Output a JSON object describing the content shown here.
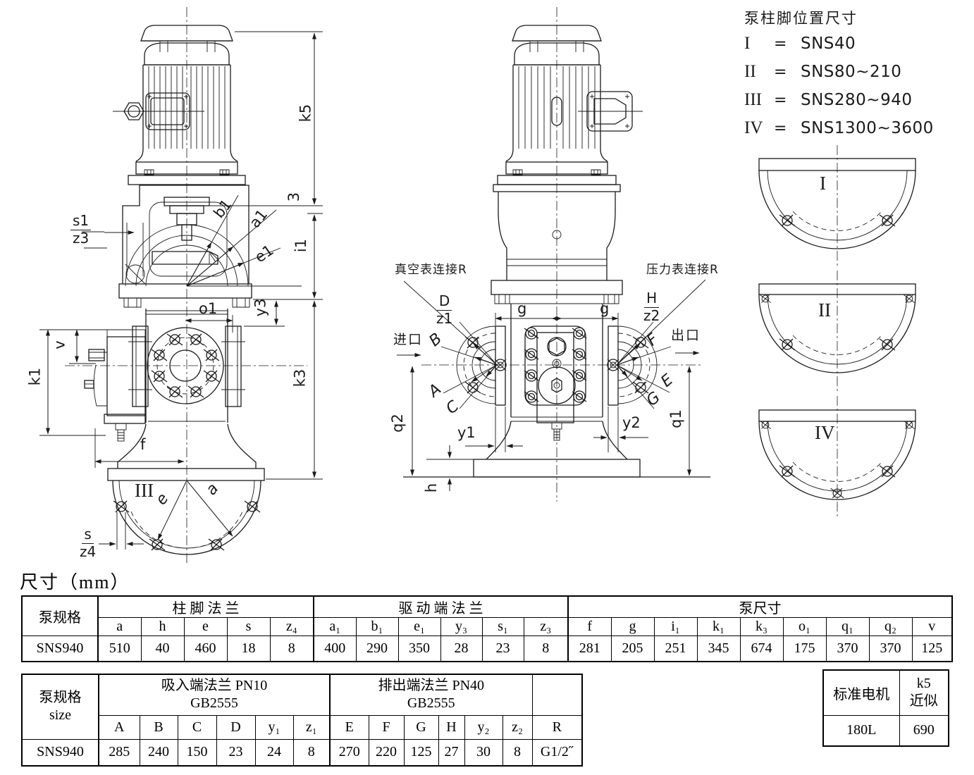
{
  "legend": {
    "title": "泵柱脚位置尺寸",
    "entries": [
      {
        "numeral": "I",
        "eq": "=",
        "value": "SNS40"
      },
      {
        "numeral": "II",
        "eq": "=",
        "value": "SNS80~210"
      },
      {
        "numeral": "III",
        "eq": "=",
        "value": "SNS280~940"
      },
      {
        "numeral": "IV",
        "eq": "=",
        "value": "SNS1300~3600"
      }
    ]
  },
  "foot_views": {
    "view1": "I",
    "view2": "II",
    "view3": "IV"
  },
  "drawing_labels": {
    "left": {
      "s1": "s1",
      "z3": "z3",
      "b1": "b1",
      "a1": "a1",
      "e1": "e1",
      "gap3": "3",
      "i1": "i1",
      "k5": "k5",
      "k3": "k3",
      "o1": "o1",
      "y3": "y3",
      "v": "v",
      "k1": "k1",
      "f": "f",
      "foot": "III",
      "e": "e",
      "a": "a",
      "s": "s",
      "z4": "z4"
    },
    "center": {
      "vacuum": "真空表连接R",
      "pressure": "压力表连接R",
      "D": "D",
      "z1": "z1",
      "B": "B",
      "A": "A",
      "C": "C",
      "inlet": "进口",
      "outlet": "出口",
      "g_left": "g",
      "g_right": "g",
      "H": "H",
      "z2": "z2",
      "F": "F",
      "E": "E",
      "G": "G",
      "q1": "q1",
      "q2": "q2",
      "y1": "y1",
      "y2": "y2",
      "h": "h"
    }
  },
  "dim_title": "尺寸（mm）",
  "table_main": {
    "corner": "泵规格",
    "groups": [
      "柱 脚 法 兰",
      "驱 动 端 法 兰",
      "泵尺寸"
    ],
    "cols": [
      "a",
      "h",
      "e",
      "s",
      "z₄",
      "a₁",
      "b₁",
      "e₁",
      "y₃",
      "s₁",
      "z₃",
      "f",
      "g",
      "i₁",
      "k₁",
      "k₃",
      "o₁",
      "q₁",
      "q₂",
      "v"
    ],
    "row_label": "SNS940",
    "row": [
      "510",
      "40",
      "460",
      "18",
      "8",
      "400",
      "290",
      "350",
      "28",
      "23",
      "8",
      "281",
      "205",
      "251",
      "345",
      "674",
      "175",
      "370",
      "370",
      "125"
    ]
  },
  "table_flange": {
    "corner_line1": "泵规格",
    "corner_line2": "size",
    "suction_title": "吸入端法兰 PN10",
    "suction_std": "GB2555",
    "discharge_title": "排出端法兰  PN40",
    "discharge_std": "GB2555",
    "r_header": "R",
    "cols": [
      "A",
      "B",
      "C",
      "D",
      "y₁",
      "z₁",
      "E",
      "F",
      "G",
      "H",
      "y₂",
      "z₂"
    ],
    "row_label": "SNS940",
    "row": [
      "285",
      "240",
      "150",
      "23",
      "24",
      "8",
      "270",
      "220",
      "125",
      "27",
      "30",
      "8"
    ],
    "r_value": "G1/2˝"
  },
  "table_motor": {
    "col1_header": "标准电机",
    "col2_header_line1": "k5",
    "col2_header_line2": "近似",
    "col1_value": "180L",
    "col2_value": "690"
  }
}
